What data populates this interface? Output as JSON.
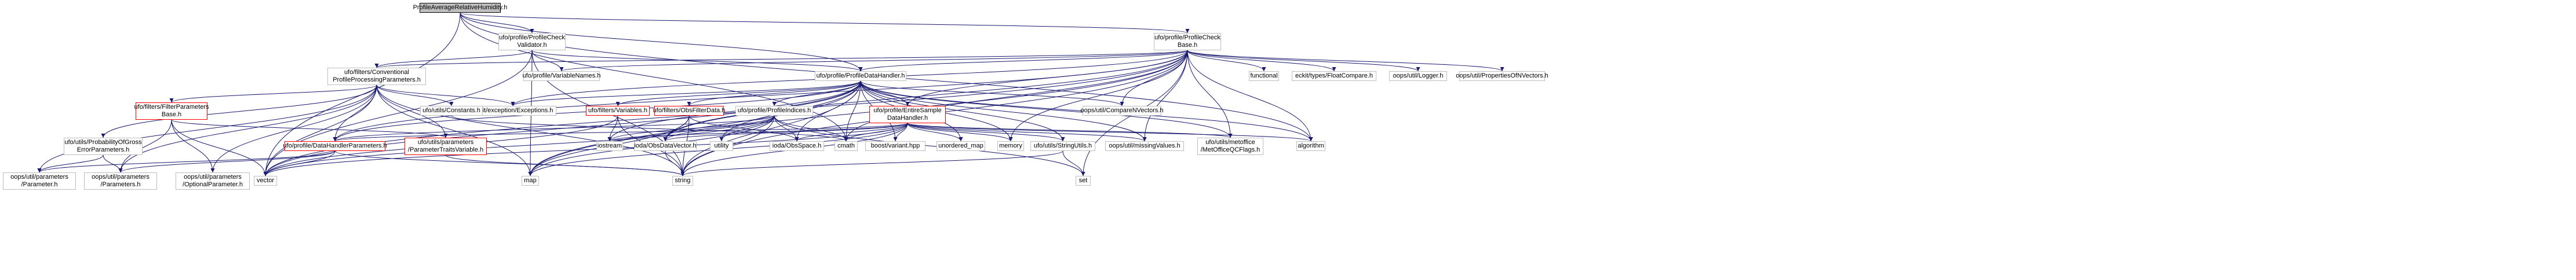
{
  "nodes": {
    "root": "ProfileAverageRelativeHumidity.h",
    "pcheck_validator": "ufo/profile/ProfileCheck\nValidator.h",
    "pcheck_base": "ufo/profile/ProfileCheck\nBase.h",
    "conv_params": "ufo/filters/Conventional\nProfileProcessingParameters.h",
    "variable_names": "ufo/profile/VariableNames.h",
    "data_handler": "ufo/profile/ProfileDataHandler.h",
    "functional": "functional",
    "float_compare": "eckit/types/FloatCompare.h",
    "logger": "oops/util/Logger.h",
    "props_of_nvectors": "oops/util/PropertiesOfNVectors.h",
    "filter_params_base": "ufo/filters/FilterParameters\nBase.h",
    "prob_gross_error": "ufo/utils/ProbabilityOfGross\nErrorParameters.h",
    "constants": "ufo/utils/Constants.h",
    "eckit_exceptions": "eckit/exception/Exceptions.h",
    "compare_nvectors": "oops/util/CompareNVectors.h",
    "ufo_variables": "ufo/filters/Variables.h",
    "obs_filter_data": "ufo/filters/ObsFilterData.h",
    "profile_indices": "ufo/profile/ProfileIndices.h",
    "entire_sample": "ufo/profile/EntireSample\nDataHandler.h",
    "dh_params": "ufo/profile/DataHandlerParameters.h",
    "param_traits": "ufo/utils/parameters\n/ParameterTraitsVariable.h",
    "iostream": "iostream",
    "obs_data_vector": "ioda/ObsDataVector.h",
    "utility": "utility",
    "obs_space": "ioda/ObsSpace.h",
    "cmath": "cmath",
    "boost_variant": "boost/variant.hpp",
    "unordered_map": "unordered_map",
    "memory": "memory",
    "string_utils": "ufo/utils/StringUtils.h",
    "missing_values": "oops/util/missingValues.h",
    "met_office_qc": "ufo/utils/metoffice\n/MetOfficeQCFlags.h",
    "algorithm": "algorithm",
    "oops_param": "oops/util/parameters\n/Parameter.h",
    "oops_params": "oops/util/parameters\n/Parameters.h",
    "vector": "vector",
    "optional_param": "oops/util/parameters\n/OptionalParameter.h",
    "map": "map",
    "string": "string",
    "set": "set"
  },
  "colors": {
    "edge": "#191970",
    "node_border": "#bfbfbf",
    "root_fill": "#bfbfbf",
    "red_border": "#ff0000"
  }
}
